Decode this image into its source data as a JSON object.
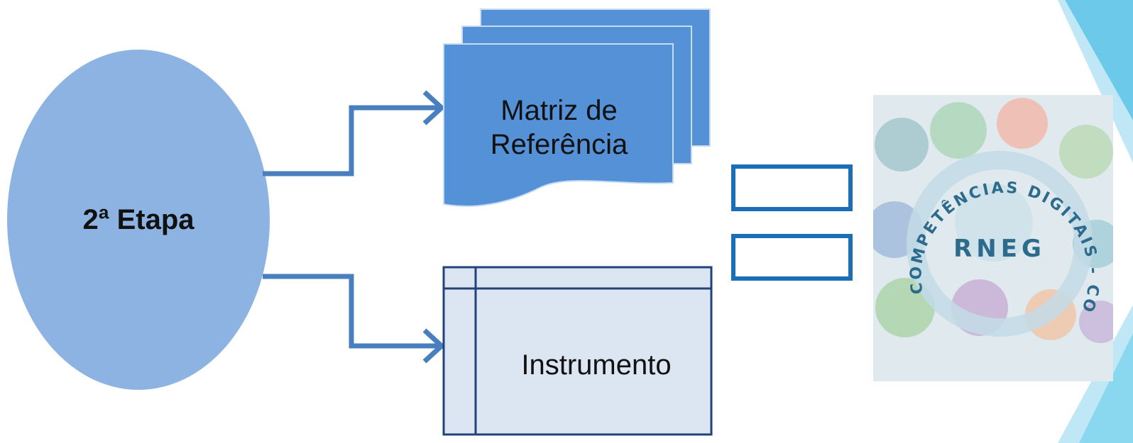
{
  "stage": {
    "label": "2ª Etapa"
  },
  "documents": {
    "matrix_label": "Matriz de\nReferência",
    "instrument_label": "Instrumento"
  },
  "logo": {
    "arc_text": "COMPETÊNCIAS DIGITAIS - COMPDIG",
    "center_text": "RNEG"
  },
  "colors": {
    "ellipse": "#8db3e2",
    "connector": "#4a7fbf",
    "document": "#5591d6",
    "instrument_fill": "#dce6f2",
    "instrument_border": "#23427a",
    "equals_box": "#1b6fb8",
    "decoration": "#6cc9ea"
  }
}
